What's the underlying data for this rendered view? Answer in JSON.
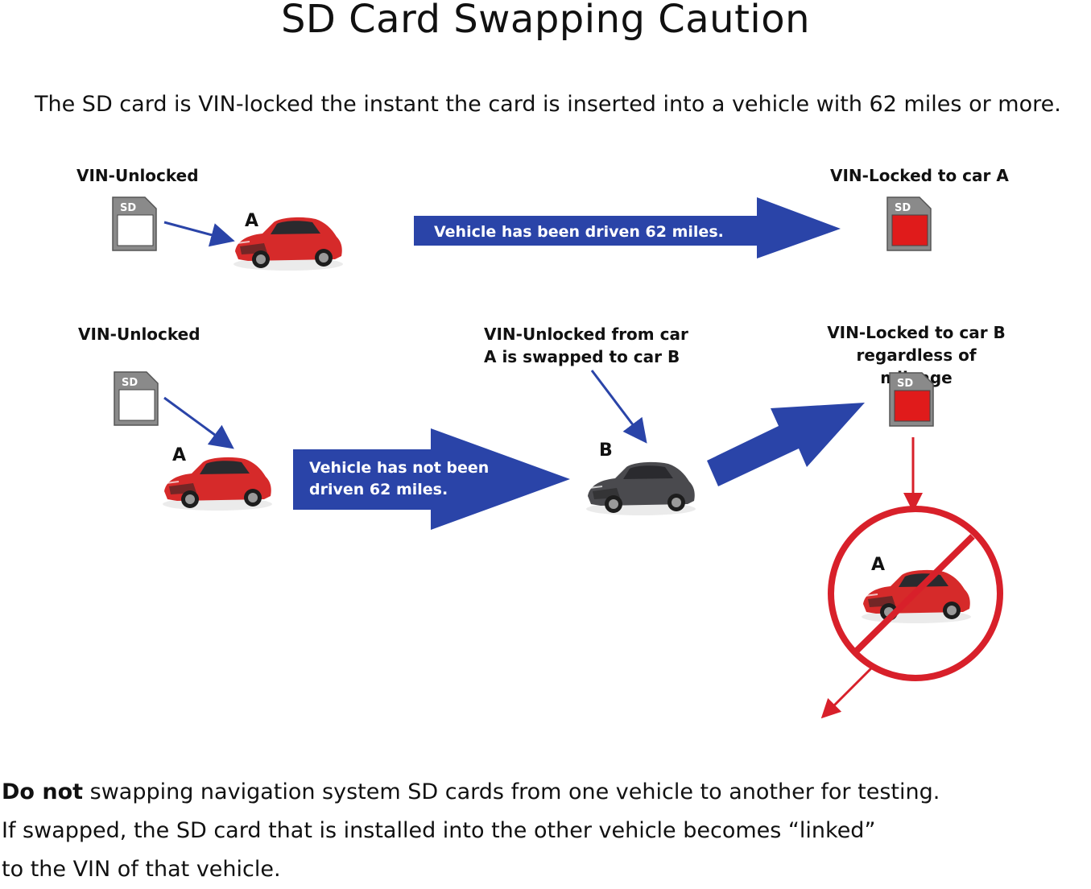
{
  "title": "SD Card Swapping Caution",
  "subtitle": "The SD card is VIN-locked the instant the card is inserted into a vehicle with 62 miles or more.",
  "row1": {
    "left_label": "VIN-Unlocked",
    "right_label": "VIN-Locked to car A",
    "car_letter": "A",
    "arrow_text": "Vehicle has been driven 62 miles."
  },
  "row2": {
    "left_label": "VIN-Unlocked",
    "middle_label_line1": "VIN-Unlocked from car",
    "middle_label_line2": "A is swapped to car B",
    "right_label_line1": "VIN-Locked to car B",
    "right_label_line2": "regardless of mileage",
    "car_a_letter": "A",
    "car_b_letter": "B",
    "forbidden_car_letter": "A",
    "arrow_text_line1": "Vehicle has not been",
    "arrow_text_line2": "driven 62 miles."
  },
  "sd_label": "SD",
  "footer": {
    "bold": "Do not",
    "line1_rest": " swapping navigation system SD cards from one vehicle to another for testing.",
    "line2": "If swapped, the SD card that is installed into the other vehicle becomes “linked”",
    "line3": "to the VIN of that vehicle."
  },
  "colors": {
    "arrow_blue": "#2a44a8",
    "locked_red": "#e01b1b",
    "warning_red": "#d8202a",
    "car_red": "#d62a2a",
    "car_gray": "#4a4a4e"
  },
  "icons": [
    "sd-card-icon",
    "red-car-icon",
    "gray-car-icon",
    "prohibited-icon",
    "arrow-icon"
  ]
}
